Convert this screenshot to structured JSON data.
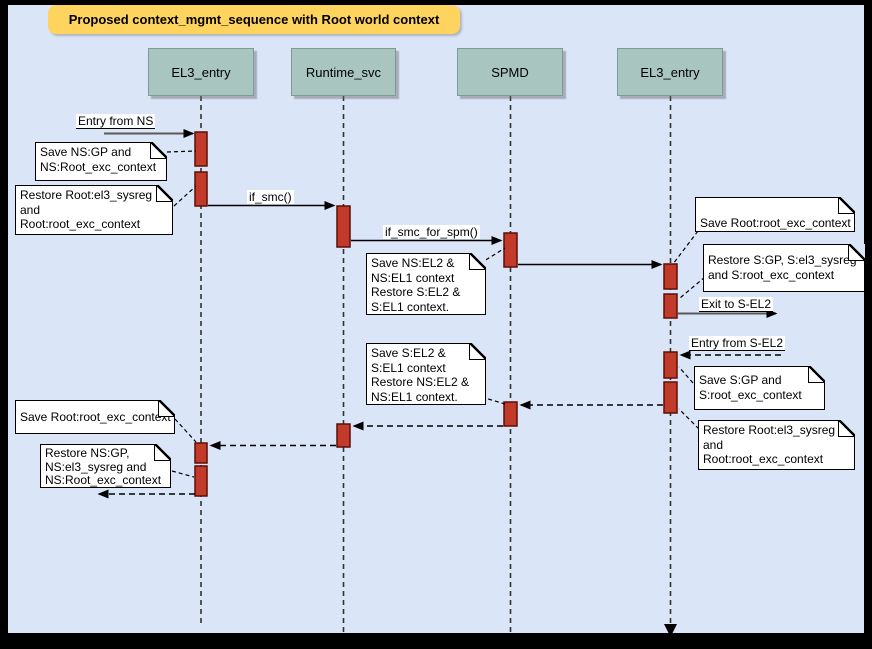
{
  "title": {
    "label": "Proposed context_mgmt_sequence with Root world context"
  },
  "actors": {
    "el3_left": {
      "label": "EL3_entry"
    },
    "runtime_svc": {
      "label": "Runtime_svc"
    },
    "spmd": {
      "label": "SPMD"
    },
    "el3_right": {
      "label": "EL3_entry"
    }
  },
  "messages": {
    "entry_from_ns": {
      "label": "Entry from NS"
    },
    "if_smc": {
      "label": "if_smc()"
    },
    "if_smc_for_spm": {
      "label": "if_smc_for_spm()"
    },
    "exit_to_s_el2": {
      "label": "Exit to S-EL2"
    },
    "entry_from_s_el2": {
      "label": "Entry from S-EL2"
    }
  },
  "notes": {
    "save_ns_gp": {
      "lines": [
        "Save NS:GP and",
        "NS:Root_exc_context"
      ]
    },
    "restore_root_el3_sysreg_left": {
      "lines": [
        "Restore Root:el3_sysreg",
        "and",
        "Root:root_exc_context"
      ]
    },
    "save_ns_el2": {
      "lines": [
        "Save NS:EL2 &",
        "NS:EL1 context",
        "Restore S:EL2 &",
        "S:EL1 context."
      ]
    },
    "save_root_exc_right": {
      "lines": [
        "Save Root:root_exc_context"
      ]
    },
    "restore_s_gp": {
      "lines": [
        "Restore S:GP, S:el3_sysreg",
        "and S:root_exc_context"
      ]
    },
    "save_s_gp": {
      "lines": [
        "Save S:GP and",
        "S:root_exc_context"
      ]
    },
    "restore_root_el3_sysreg_right": {
      "lines": [
        "Restore Root:el3_sysreg",
        "and",
        "Root:root_exc_context"
      ]
    },
    "save_s_el2": {
      "lines": [
        "Save S:EL2 &",
        "S:EL1 context",
        "Restore NS:EL2 &",
        "NS:EL1 context."
      ]
    },
    "save_root_exc_left": {
      "lines": [
        "Save Root:root_exc_context"
      ]
    },
    "restore_ns_gp": {
      "lines": [
        "Restore NS:GP,",
        "NS:el3_sysreg and",
        "NS:Root_exc_context"
      ]
    }
  },
  "colors": {
    "canvas_bg": "#dbe5f8",
    "frame": "#000000",
    "title_bg": "#ffd45e",
    "actor_fill": "#a8c6bf",
    "activation_fill": "#c13a2a",
    "activation_border": "#5a0f06",
    "arrow_grey": "#595959",
    "line_black": "#000000"
  }
}
